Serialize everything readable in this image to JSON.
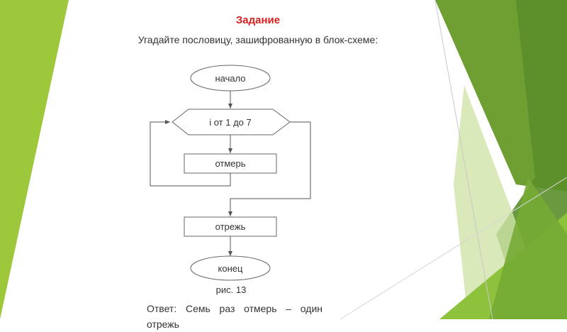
{
  "slide": {
    "title": "Задание",
    "subtitle": "Угадайте пословицу, зашифрованную в блок-схеме:",
    "caption": "рис. 13",
    "answer": "Ответ: Семь раз отмерь – один отрежь"
  },
  "flowchart": {
    "start": "начало",
    "loop": "i от 1 до 7",
    "measure": "отмерь",
    "cut": "отрежь",
    "end": "конец"
  },
  "colors": {
    "accent_light": "#9dc83c",
    "accent_dark": "#5f8f2c",
    "title": "#d62020"
  }
}
